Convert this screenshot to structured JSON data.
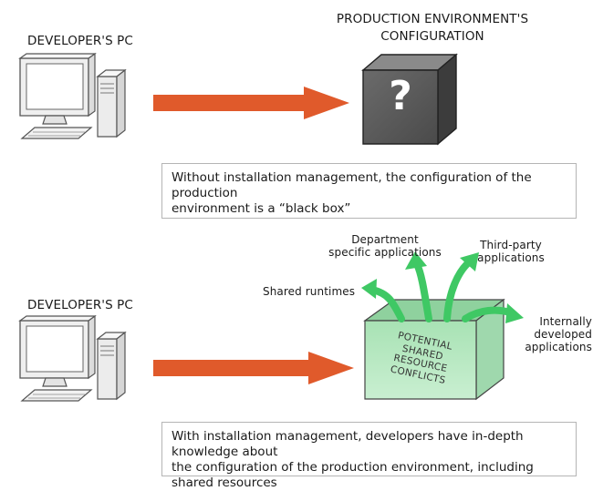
{
  "top": {
    "source_label": "DEVELOPER'S PC",
    "target_label_line1": "PRODUCTION ENVIRONMENT'S",
    "target_label_line2": "CONFIGURATION",
    "box_symbol": "?",
    "caption_line1": "Without installation management, the configuration of the production",
    "caption_line2": "environment is a “black box”"
  },
  "bottom": {
    "source_label": "DEVELOPER'S PC",
    "box_lines": [
      "POTENTIAL",
      "SHARED",
      "RESOURCE",
      "CONFLICTS"
    ],
    "outputs": {
      "shared_runtimes": "Shared runtimes",
      "department_line1": "Department",
      "department_line2": "specific applications",
      "third_party_line1": "Third-party",
      "third_party_line2": "applications",
      "internal_line1": "Internally",
      "internal_line2": "developed",
      "internal_line3": "applications"
    },
    "caption_line1": "With installation management, developers have in-depth knowledge about",
    "caption_line2": "the configuration of the production environment, including shared resources"
  },
  "colors": {
    "arrow": "#e05a2b",
    "black_box": "#5a5a5a",
    "green_box": "#b9e7c3",
    "green_arrow": "#3fc864"
  }
}
